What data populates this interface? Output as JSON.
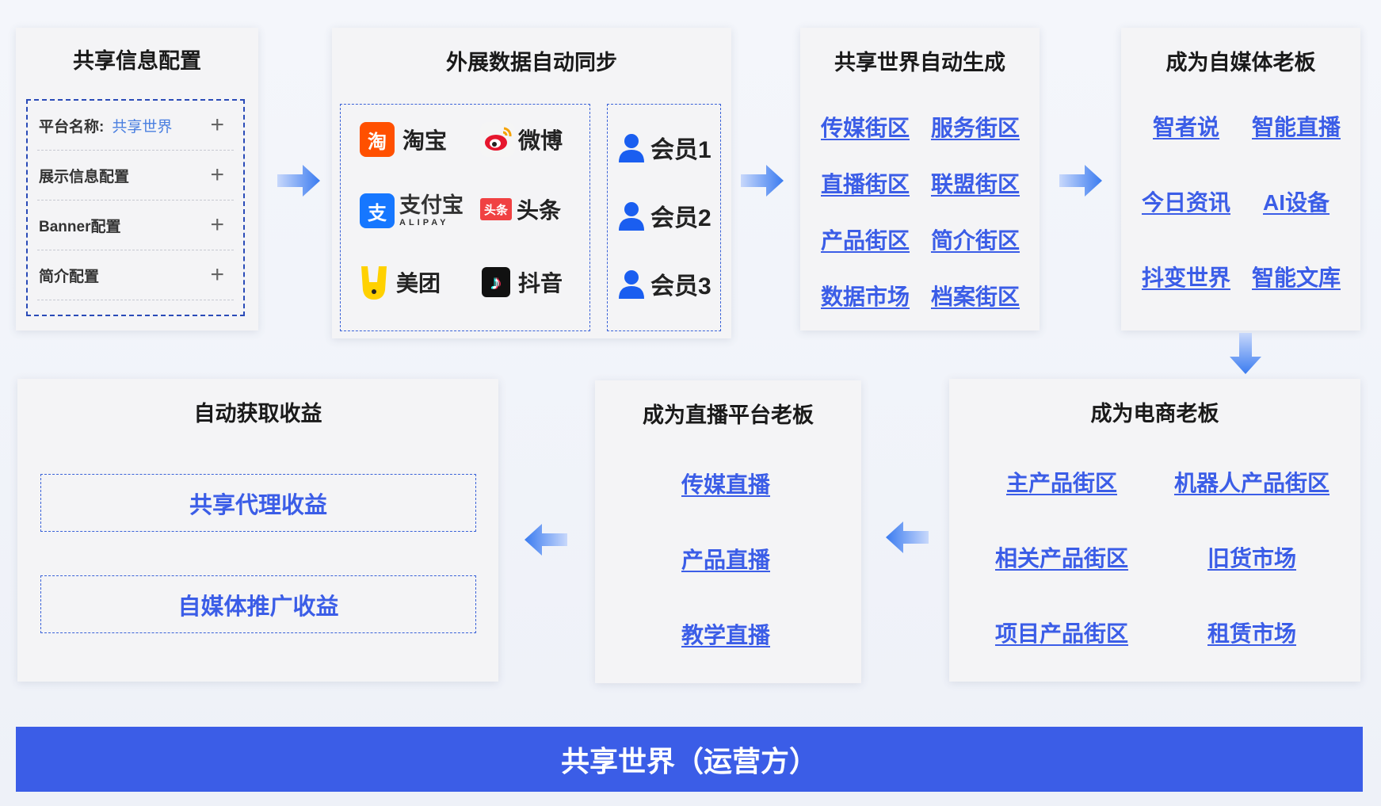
{
  "panels": {
    "config": {
      "title": "共享信息配置",
      "rows": [
        {
          "label": "平台名称:",
          "value": "共享世界"
        },
        {
          "label": "展示信息配置",
          "value": ""
        },
        {
          "label": "Banner配置",
          "value": ""
        },
        {
          "label": "简介配置",
          "value": ""
        }
      ],
      "plus_symbol": "+"
    },
    "sync": {
      "title": "外展数据自动同步",
      "platforms": [
        {
          "name": "淘宝",
          "icon": "taobao-icon",
          "logo_text": "淘",
          "color": "#ff5000"
        },
        {
          "name": "微博",
          "icon": "weibo-icon",
          "logo_text": "",
          "color": "#e6162d"
        },
        {
          "name": "支付宝",
          "sub": "ALIPAY",
          "icon": "alipay-icon",
          "logo_text": "支",
          "color": "#1677ff"
        },
        {
          "name": "头条",
          "icon": "toutiao-icon",
          "logo_text": "头条",
          "color": "#f04142"
        },
        {
          "name": "美团",
          "icon": "meituan-icon",
          "logo_text": "",
          "color": "#ffd100"
        },
        {
          "name": "抖音",
          "icon": "douyin-icon",
          "logo_text": "♪",
          "color": "#111111"
        }
      ],
      "members": [
        "会员1",
        "会员2",
        "会员3"
      ]
    },
    "world": {
      "title": "共享世界自动生成",
      "links": [
        "传媒街区",
        "服务街区",
        "直播街区",
        "联盟街区",
        "产品街区",
        "简介街区",
        "数据市场",
        "档案街区"
      ]
    },
    "media": {
      "title": "成为自媒体老板",
      "links": [
        "智者说",
        "智能直播",
        "今日资讯",
        "AI设备",
        "抖变世界",
        "智能文库"
      ]
    },
    "ecommerce": {
      "title": "成为电商老板",
      "links": [
        "主产品街区",
        "机器人产品街区",
        "相关产品街区",
        "旧货市场",
        "项目产品街区",
        "租赁市场"
      ]
    },
    "live": {
      "title": "成为直播平台老板",
      "links": [
        "传媒直播",
        "产品直播",
        "教学直播"
      ]
    },
    "income": {
      "title": "自动获取收益",
      "items": [
        "共享代理收益",
        "自媒体推广收益"
      ]
    }
  },
  "footer": {
    "label": "共享世界（运营方）"
  },
  "colors": {
    "accent": "#3b5de7",
    "panel_bg": "#f4f4f6",
    "arrow": "#3a7bf0"
  }
}
